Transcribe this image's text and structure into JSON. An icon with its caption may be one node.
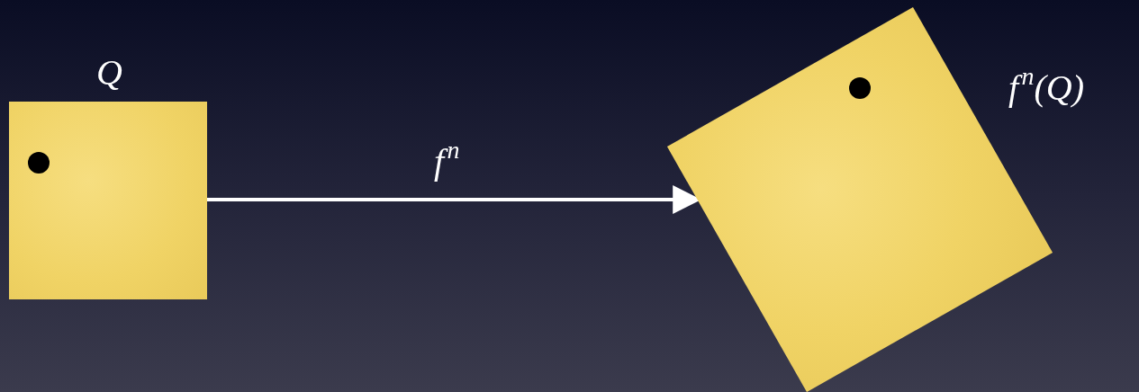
{
  "diagram": {
    "nodes": [
      {
        "text": [
          "Q"
        ]
      },
      {
        "text": [
          "f$^{n}$(Q)"
        ]
      }
    ],
    "edges": [
      {
        "from": 0,
        "to": 1,
        "arrow": "to",
        "label": "f$^{n}$"
      }
    ]
  }
}
